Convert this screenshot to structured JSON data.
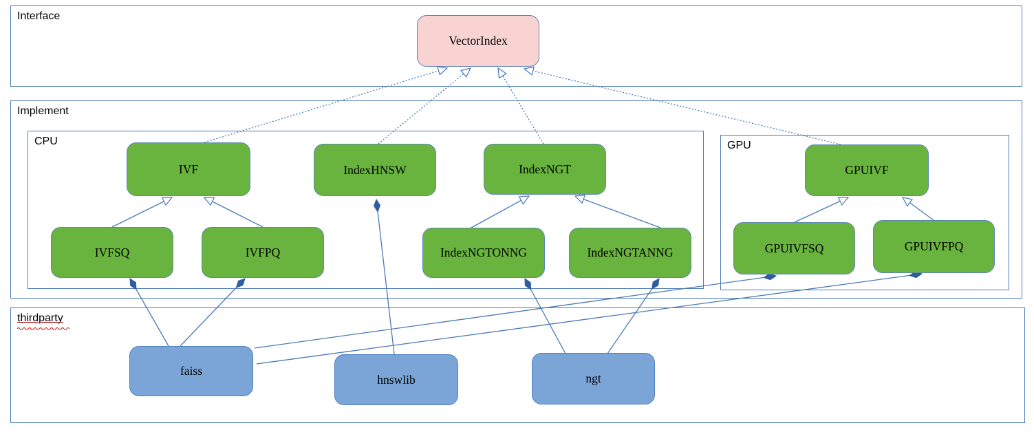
{
  "diagram": {
    "containers": {
      "interface": {
        "label": "Interface"
      },
      "implement": {
        "label": "Implement"
      },
      "cpu": {
        "label": "CPU"
      },
      "gpu": {
        "label": "GPU"
      },
      "thirdparty": {
        "label": "thirdparty"
      }
    },
    "nodes": {
      "vectorindex": {
        "label": "VectorIndex",
        "kind": "interface"
      },
      "ivf": {
        "label": "IVF",
        "kind": "cpu-class"
      },
      "indexhnsw": {
        "label": "IndexHNSW",
        "kind": "cpu-class"
      },
      "indexngt": {
        "label": "IndexNGT",
        "kind": "cpu-class"
      },
      "ivfsq": {
        "label": "IVFSQ",
        "kind": "cpu-class"
      },
      "ivfpq": {
        "label": "IVFPQ",
        "kind": "cpu-class"
      },
      "indexngtonng": {
        "label": "IndexNGTONNG",
        "kind": "cpu-class"
      },
      "indexngtanng": {
        "label": "IndexNGTANNG",
        "kind": "cpu-class"
      },
      "gpuivf": {
        "label": "GPUIVF",
        "kind": "gpu-class"
      },
      "gpuivfsq": {
        "label": "GPUIVFSQ",
        "kind": "gpu-class"
      },
      "gpuivfpq": {
        "label": "GPUIVFPQ",
        "kind": "gpu-class"
      },
      "faiss": {
        "label": "faiss",
        "kind": "thirdparty-lib"
      },
      "hnswlib": {
        "label": "hnswlib",
        "kind": "thirdparty-lib"
      },
      "ngt": {
        "label": "ngt",
        "kind": "thirdparty-lib"
      }
    },
    "edges": [
      {
        "from": "IVF",
        "to": "VectorIndex",
        "type": "realization-dashed-hollow-arrow"
      },
      {
        "from": "IndexHNSW",
        "to": "VectorIndex",
        "type": "realization-dashed-hollow-arrow"
      },
      {
        "from": "IndexNGT",
        "to": "VectorIndex",
        "type": "realization-dashed-hollow-arrow"
      },
      {
        "from": "GPUIVF",
        "to": "VectorIndex",
        "type": "realization-dashed-hollow-arrow"
      },
      {
        "from": "IVFSQ",
        "to": "IVF",
        "type": "generalization-hollow-arrow"
      },
      {
        "from": "IVFPQ",
        "to": "IVF",
        "type": "generalization-hollow-arrow"
      },
      {
        "from": "IndexNGTONNG",
        "to": "IndexNGT",
        "type": "generalization-hollow-arrow"
      },
      {
        "from": "IndexNGTANNG",
        "to": "IndexNGT",
        "type": "generalization-hollow-arrow"
      },
      {
        "from": "GPUIVFSQ",
        "to": "GPUIVF",
        "type": "generalization-hollow-arrow"
      },
      {
        "from": "GPUIVFPQ",
        "to": "GPUIVF",
        "type": "generalization-hollow-arrow"
      },
      {
        "from": "faiss",
        "to": "IVFSQ",
        "type": "composition-filled-diamond"
      },
      {
        "from": "faiss",
        "to": "IVFPQ",
        "type": "composition-filled-diamond"
      },
      {
        "from": "faiss",
        "to": "GPUIVFSQ",
        "type": "composition-filled-diamond"
      },
      {
        "from": "faiss",
        "to": "GPUIVFPQ",
        "type": "composition-filled-diamond"
      },
      {
        "from": "hnswlib",
        "to": "IndexHNSW",
        "type": "composition-filled-diamond"
      },
      {
        "from": "ngt",
        "to": "IndexNGTONNG",
        "type": "composition-filled-diamond"
      },
      {
        "from": "ngt",
        "to": "IndexNGTANNG",
        "type": "composition-filled-diamond"
      }
    ],
    "colors": {
      "line": "#4a79b6",
      "green_fill": "#69b43e",
      "green_border": "#5d87b0",
      "pink_fill": "#f8d3d1",
      "pink_border": "#6180b8",
      "blue_fill": "#7ba5d7",
      "blue_border": "#4f80c0",
      "diamond": "#2f5e9e",
      "squiggle": "#e00000"
    }
  }
}
